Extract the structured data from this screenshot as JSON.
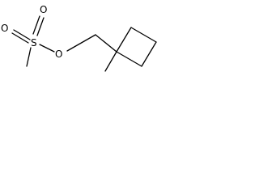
{
  "structure": {
    "atoms": {
      "sulfur": "S",
      "oxygen_top": "O",
      "oxygen_left": "O",
      "oxygen_bridge": "O"
    }
  }
}
